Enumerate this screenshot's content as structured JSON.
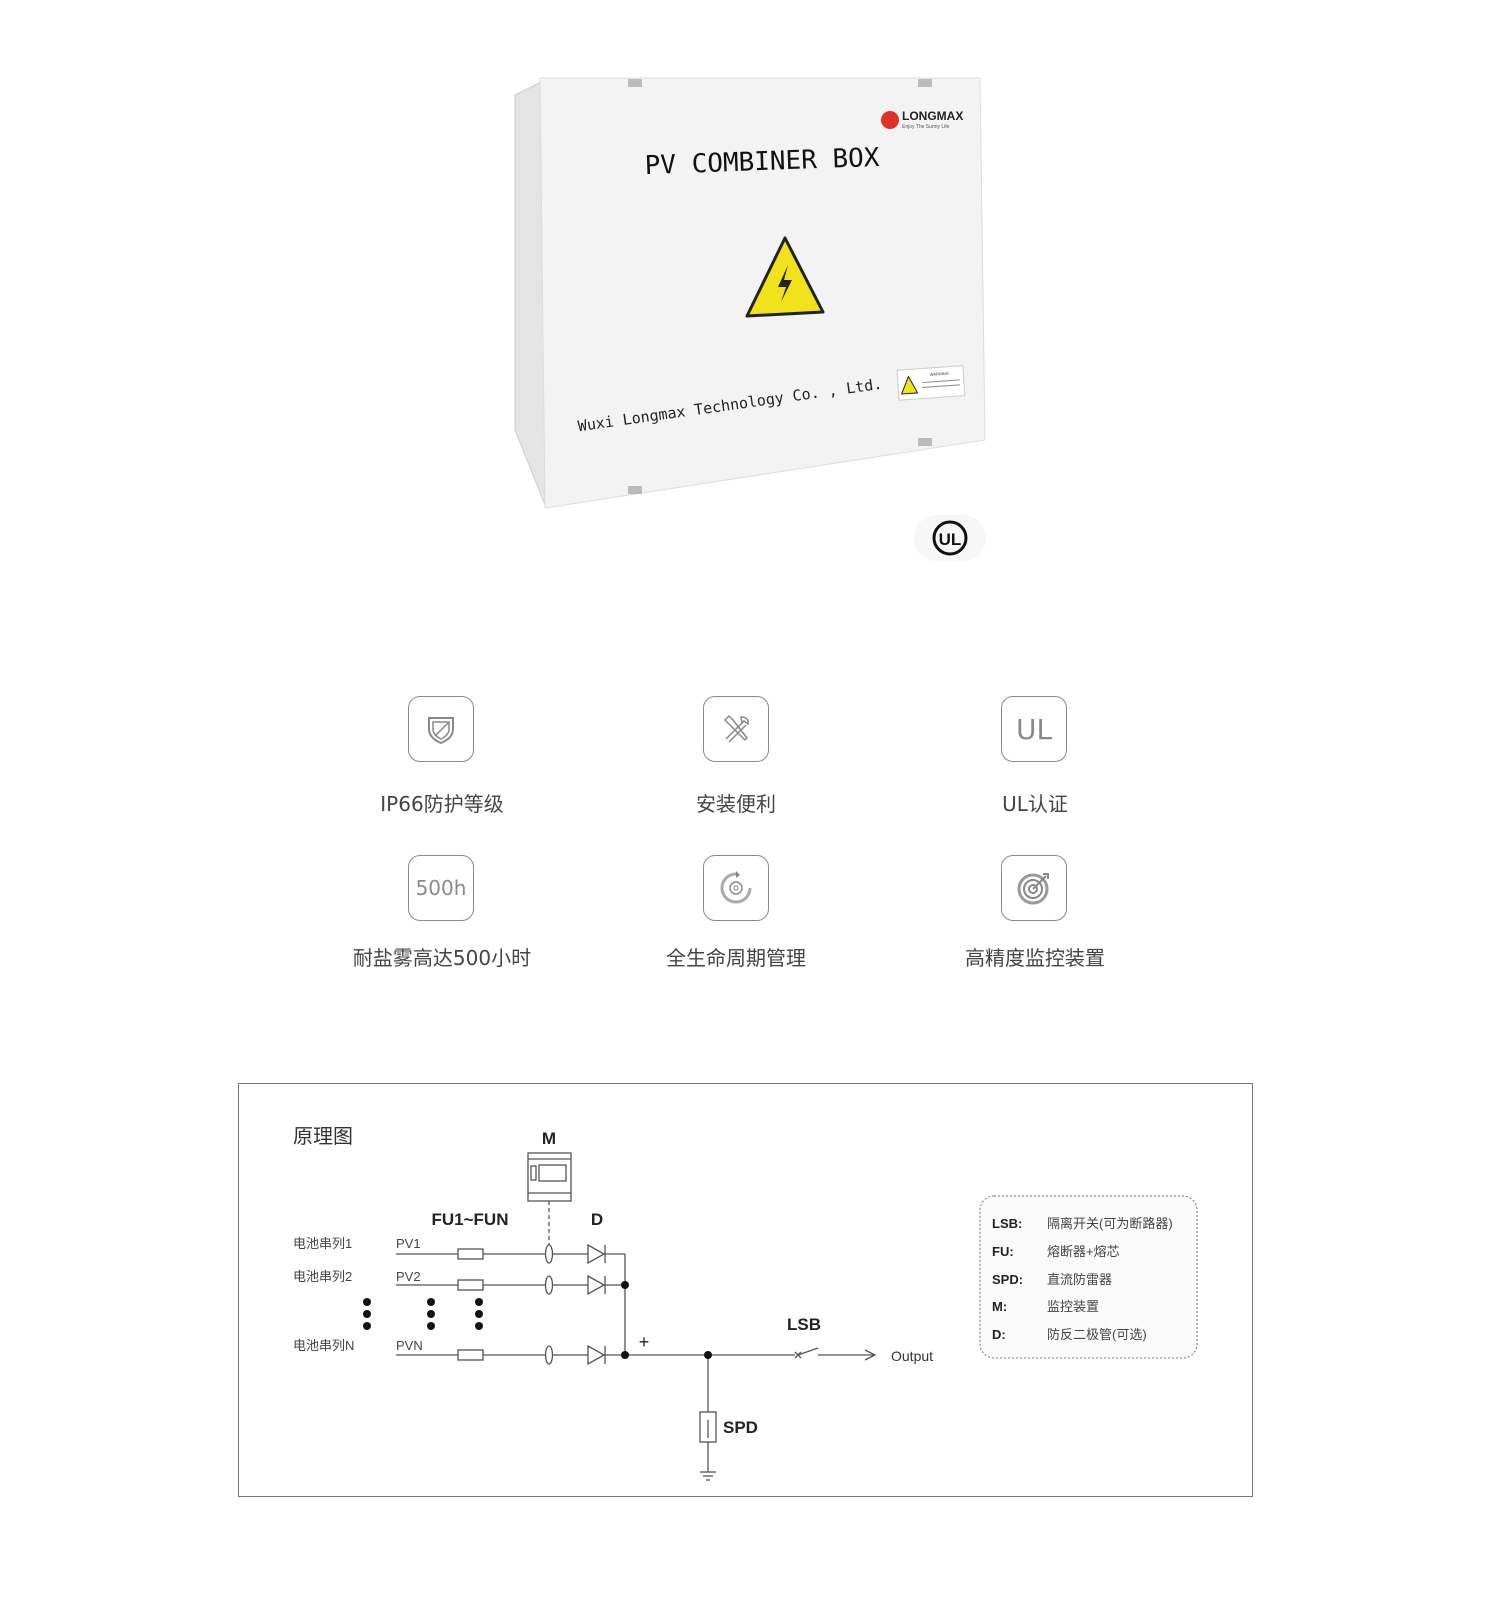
{
  "product": {
    "title": "PV COMBINER BOX",
    "manufacturer": "Wuxi Longmax Technology Co. , Ltd.",
    "brand": "LONGMAX",
    "brand_tagline": "Enjoy The Sunny Life",
    "warning_label": "WARNING",
    "certification_badge": "UL"
  },
  "features": [
    {
      "icon": "shield-icon",
      "label": "IP66防护等级"
    },
    {
      "icon": "tools-icon",
      "label": "安装便利"
    },
    {
      "icon_text": "UL",
      "label": "UL认证"
    },
    {
      "icon_text": "500h",
      "label": "耐盐雾高达500小时"
    },
    {
      "icon": "lifecycle-gear-icon",
      "label": "全生命周期管理"
    },
    {
      "icon": "target-icon",
      "label": "高精度监控装置"
    }
  ],
  "diagram": {
    "title": "原理图",
    "labels": {
      "m": "M",
      "fuses": "FU1~FUN",
      "diode": "D",
      "lsb": "LSB",
      "output": "Output",
      "spd": "SPD",
      "plus": "+"
    },
    "strings": [
      {
        "name": "电池串列1",
        "pv": "PV1"
      },
      {
        "name": "电池串列2",
        "pv": "PV2"
      },
      {
        "name": "电池串列N",
        "pv": "PVN"
      }
    ],
    "legend": [
      {
        "key": "LSB:",
        "value": "隔离开关(可为断路器)"
      },
      {
        "key": "FU:",
        "value": "熔断器+熔芯"
      },
      {
        "key": "SPD:",
        "value": "直流防雷器"
      },
      {
        "key": "M:",
        "value": "监控装置"
      },
      {
        "key": "D:",
        "value": "防反二极管(可选)"
      }
    ]
  },
  "colors": {
    "warning_yellow": "#f2e21c",
    "brand_red": "#e0302a",
    "line": "#555555"
  }
}
